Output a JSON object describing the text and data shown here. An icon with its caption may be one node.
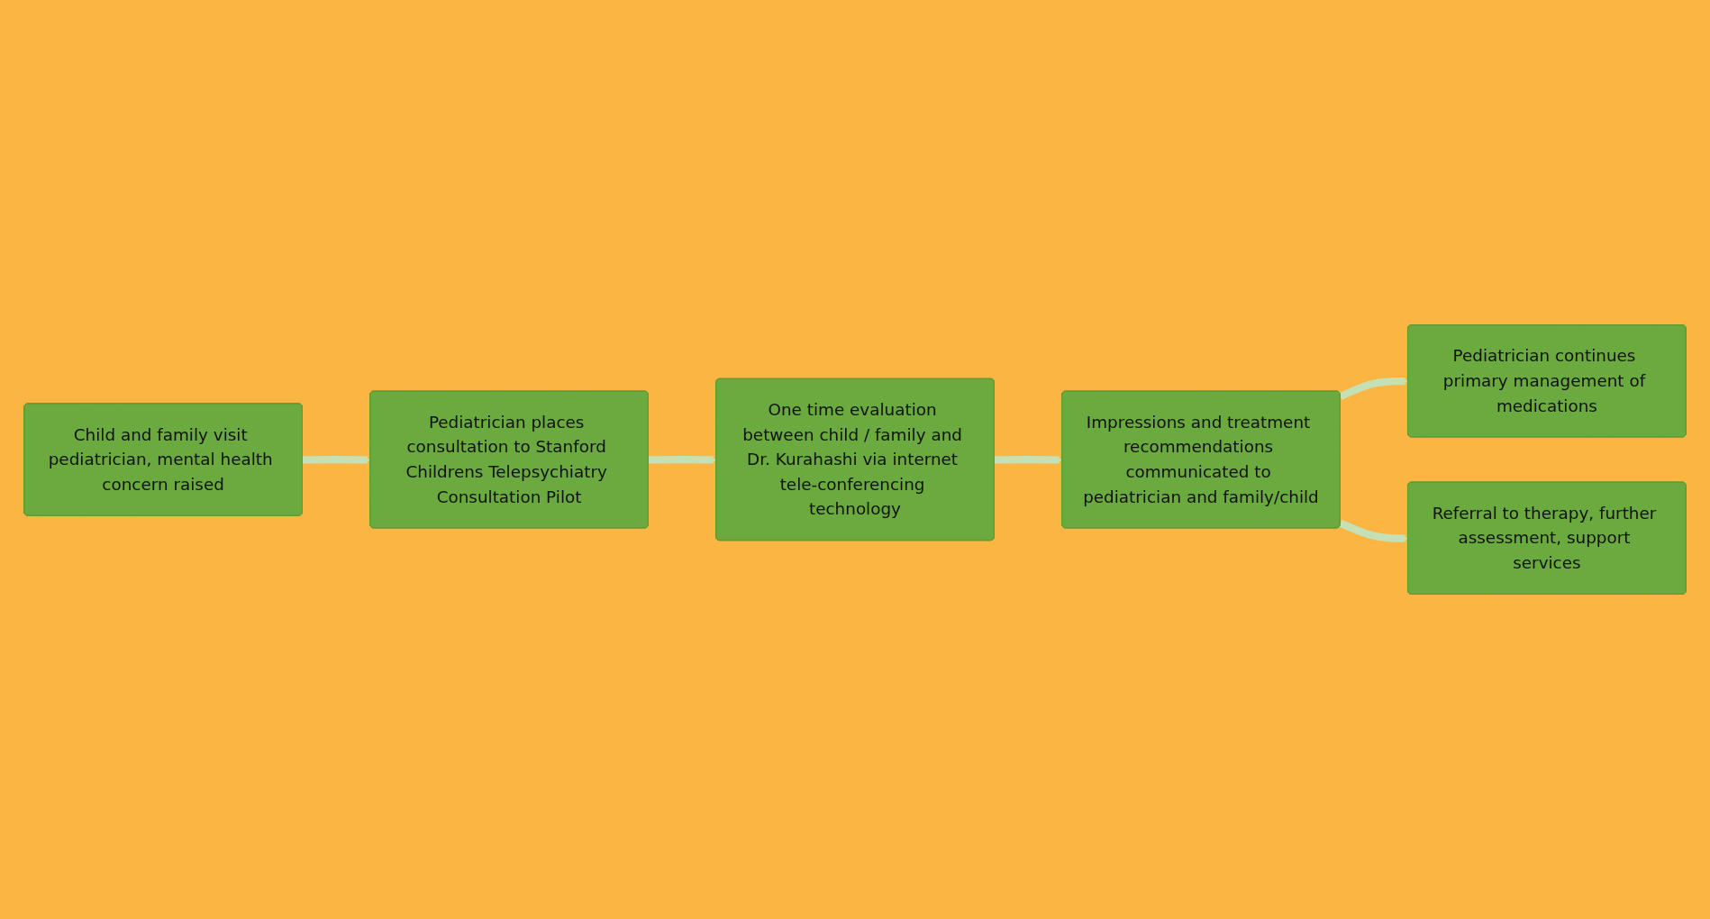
{
  "diagram": {
    "nodes": [
      {
        "text": [
          "Child and family visit pediatrician, mental health concern raised"
        ]
      },
      {
        "text": [
          "Pediatrician places consultation to Stanford Childrens Telepsychiatry Consultation Pilot"
        ]
      },
      {
        "text": [
          "One time evaluation between child / family and Dr. Kurahashi via internet tele-conferencing technology"
        ]
      },
      {
        "text": [
          "Impressions and treatment recommendations communicated to pediatrician and family/child"
        ]
      },
      {
        "text": [
          "Pediatrician continues primary management of medications"
        ]
      },
      {
        "text": [
          "Referral to therapy, further assessment, support services"
        ]
      }
    ],
    "edges": [
      {
        "from": 0,
        "to": 1,
        "arrow": "to"
      },
      {
        "from": 1,
        "to": 2,
        "arrow": "to"
      },
      {
        "from": 2,
        "to": 3,
        "arrow": "to"
      },
      {
        "from": 3,
        "to": 4,
        "arrow": "to"
      },
      {
        "from": 3,
        "to": 5,
        "arrow": "to"
      }
    ]
  }
}
